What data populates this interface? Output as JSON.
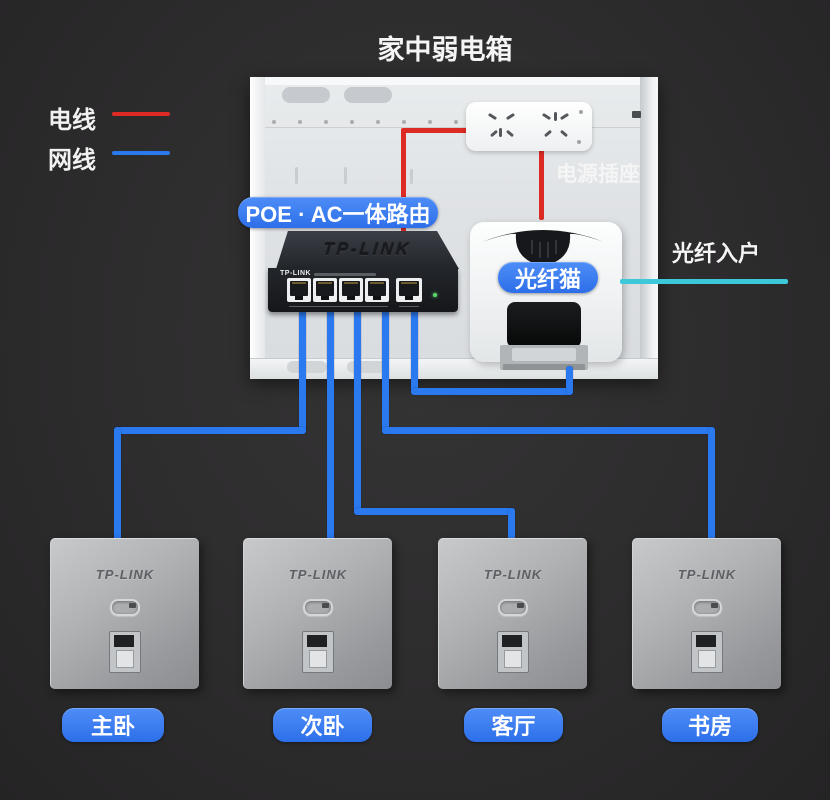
{
  "title": "家中弱电箱",
  "legend": [
    {
      "label": "电线",
      "color": "#dd2a25"
    },
    {
      "label": "网线",
      "color": "#2a79ef"
    }
  ],
  "enclosure": {
    "router": {
      "callout": "POE · AC一体路由",
      "brand": "TP-LINK",
      "port_count": 5
    },
    "power_socket": {
      "label": "电源插座"
    },
    "modem": {
      "callout": "光纤猫"
    },
    "fiber_entry": {
      "label": "光纤入户"
    }
  },
  "wall_aps": [
    {
      "brand": "TP-LINK",
      "room": "主卧"
    },
    {
      "brand": "TP-LINK",
      "room": "次卧"
    },
    {
      "brand": "TP-LINK",
      "room": "客厅"
    },
    {
      "brand": "TP-LINK",
      "room": "书房"
    }
  ],
  "colors": {
    "power_wire": "#dd2a25",
    "lan_cable": "#2a79ef",
    "fiber_cable": "#3cc8d8",
    "callout_blue": "#3b7cf2",
    "background": "#2e2d2e"
  }
}
